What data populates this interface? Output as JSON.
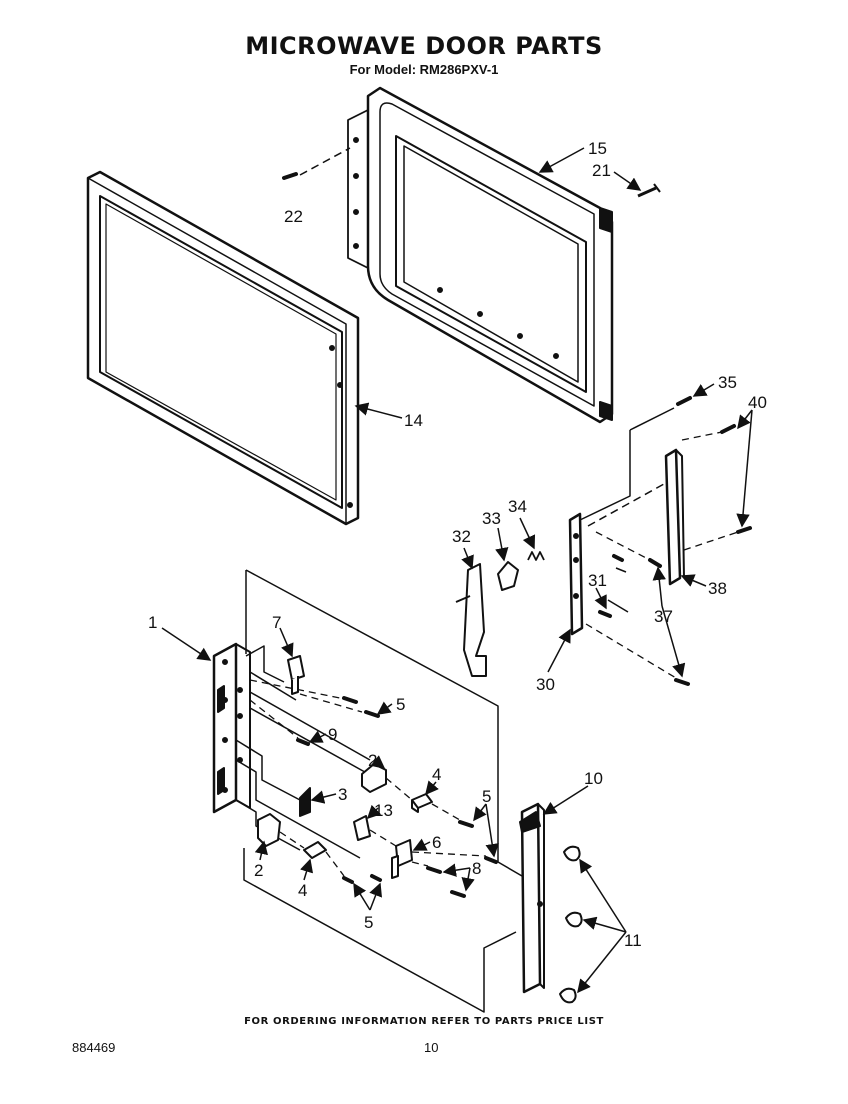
{
  "title": "MICROWAVE DOOR PARTS",
  "subtitle": "For Model: RM286PXV-1",
  "footer_note": "FOR ORDERING INFORMATION REFER TO PARTS PRICE LIST",
  "doc_number": "884469",
  "page_number": "10",
  "callouts": {
    "c1": "1",
    "c2a": "2",
    "c2b": "2",
    "c3": "3",
    "c4a": "4",
    "c4b": "4",
    "c5a": "5",
    "c5b": "5",
    "c5c": "5",
    "c6": "6",
    "c7": "7",
    "c8": "8",
    "c9": "9",
    "c10": "10",
    "c11": "11",
    "c13": "13",
    "c14": "14",
    "c15": "15",
    "c21": "21",
    "c22": "22",
    "c30": "30",
    "c31": "31",
    "c32": "32",
    "c33": "33",
    "c34": "34",
    "c35": "35",
    "c37": "37",
    "c38": "38",
    "c40": "40"
  }
}
